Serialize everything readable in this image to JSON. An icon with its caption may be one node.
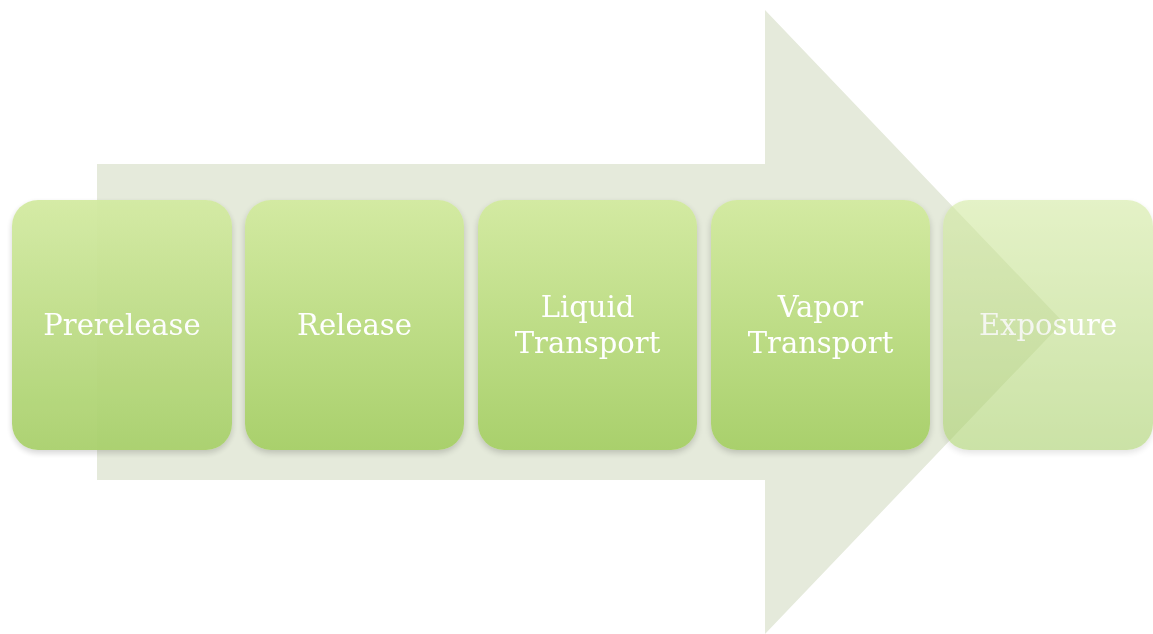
{
  "diagram": {
    "nodes": [
      {
        "text": [
          "Prerelease"
        ]
      },
      {
        "text": [
          "Release"
        ]
      },
      {
        "text": [
          "Liquid Transport"
        ]
      },
      {
        "text": [
          "Vapor Transport"
        ]
      },
      {
        "text": [
          "Exposure"
        ]
      }
    ],
    "edges": [
      {
        "from": 0,
        "to": 4,
        "arrow": "to"
      }
    ]
  }
}
